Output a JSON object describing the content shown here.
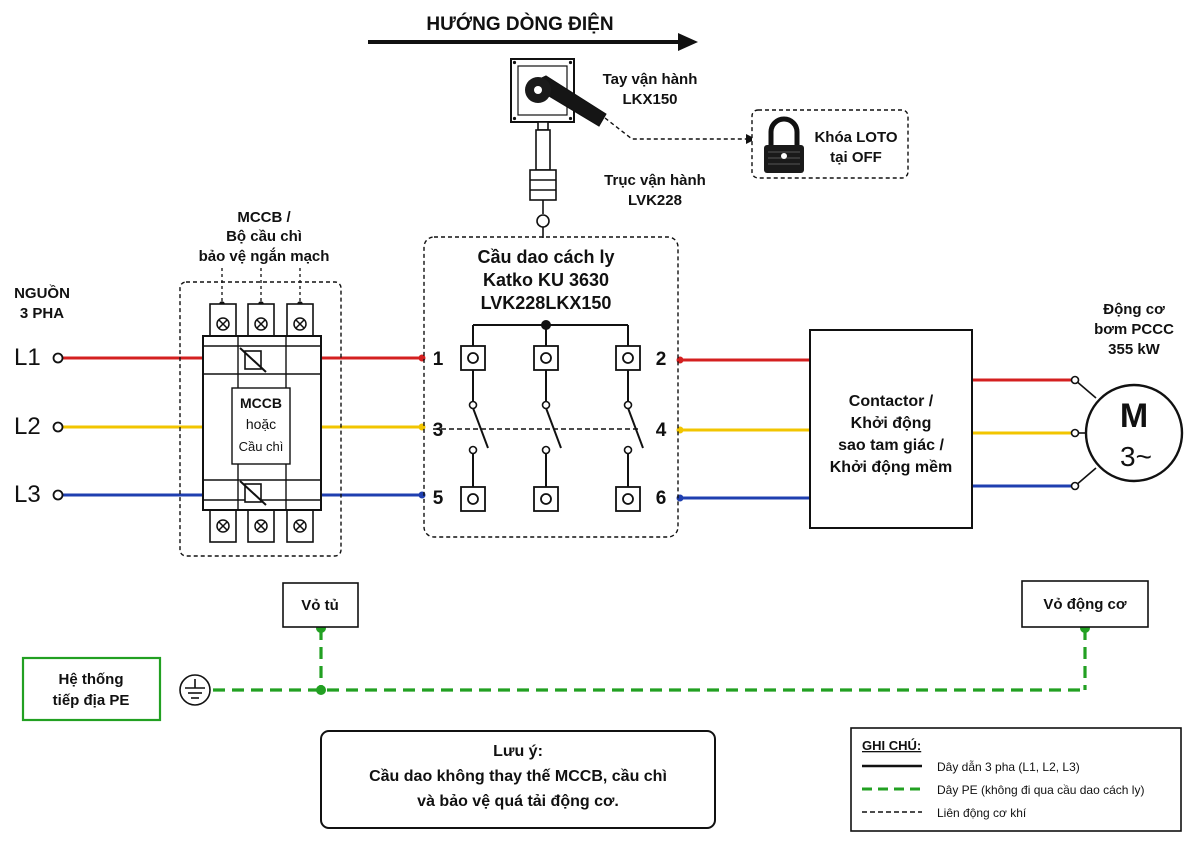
{
  "header": {
    "flow_title": "HƯỚNG DÒNG ĐIỆN"
  },
  "source": {
    "title_line1": "NGUỒN",
    "title_line2": "3 PHA",
    "phases": [
      "L1",
      "L2",
      "L3"
    ]
  },
  "breaker": {
    "caption_line1": "MCCB /",
    "caption_line2": "Bộ cầu chì",
    "caption_line3": "bảo vệ ngắn mạch",
    "body_line1": "MCCB",
    "body_line2": "hoặc",
    "body_line3": "Cầu chì"
  },
  "handle": {
    "label_line1": "Tay vận hành",
    "label_line2": "LKX150",
    "lock_line1": "Khóa LOTO",
    "lock_line2": "tại OFF"
  },
  "shaft": {
    "label_line1": "Trục vận hành",
    "label_line2": "LVK228"
  },
  "isolator": {
    "title_line1": "Cầu dao cách ly",
    "title_line2": "Katko KU 3630",
    "title_line3": "LVK228LKX150",
    "terminals": [
      "1",
      "2",
      "3",
      "4",
      "5",
      "6"
    ]
  },
  "starter": {
    "line1": "Contactor /",
    "line2": "Khởi động",
    "line3": "sao tam giác /",
    "line4": "Khởi động mềm"
  },
  "motor": {
    "label_line1": "Động cơ",
    "label_line2": "bơm PCCC",
    "label_line3": "355 kW",
    "symbol_top": "M",
    "symbol_bottom": "3~"
  },
  "earthing": {
    "system_line1": "Hệ thống",
    "system_line2": "tiếp địa PE",
    "cabinet": "Vỏ tủ",
    "motor_frame": "Vỏ động cơ"
  },
  "note": {
    "title": "Lưu ý:",
    "line1": "Cầu dao không thay thế MCCB, cầu chì",
    "line2": "và bảo vệ quá tải động cơ."
  },
  "legend": {
    "title": "GHI CHÚ:",
    "items": [
      "Dây dẫn 3 pha (L1, L2, L3)",
      "Dây PE (không đi qua cầu dao cách ly)",
      "Liên động cơ khí"
    ]
  },
  "colors": {
    "l1": "#d42020",
    "l2": "#f2c500",
    "l3": "#1f3fb0",
    "pe": "#22a022",
    "line": "#111111"
  }
}
